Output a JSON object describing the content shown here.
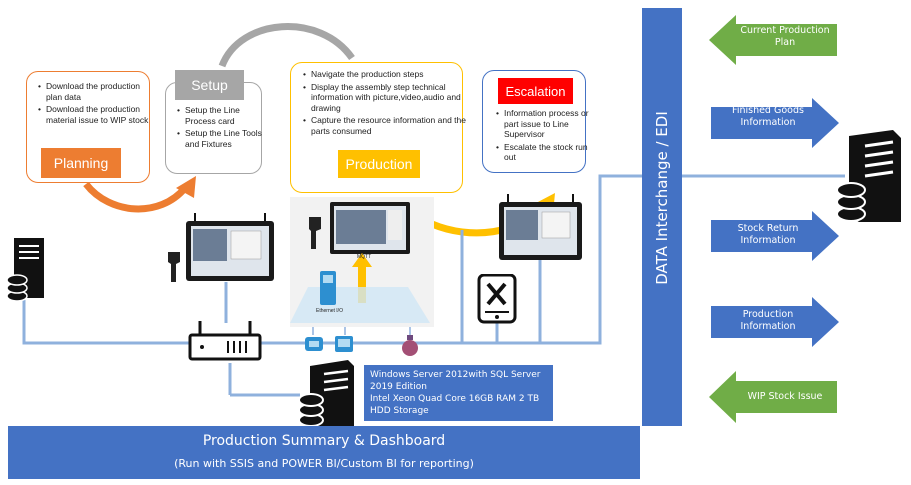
{
  "planning": {
    "bullets": [
      "Download the production plan data",
      "Download the production material issue to WIP stock"
    ],
    "label": "Planning"
  },
  "setup": {
    "label": "Setup",
    "bullets": [
      "Setup the Line Process card",
      "Setup the Line Tools and Fixtures"
    ]
  },
  "production": {
    "bullets": [
      "Navigate the production steps",
      "Display the assembly step technical information with picture,video,audio and drawing",
      "Capture the resource information and the parts consumed"
    ],
    "label": "Production"
  },
  "escalation": {
    "label": "Escalation",
    "bullets": [
      "Information process or part issue to Line Supervisor",
      "Escalate the stock run out"
    ]
  },
  "edi_bar": {
    "label": "DATA Interchange / EDI"
  },
  "arrows": {
    "current_plan": "Current Production Plan",
    "finished_goods": "Finished Goods Information",
    "stock_return": "Stock Return Information",
    "production_info": "Production Information",
    "wip_stock": "WIP Stock Issue"
  },
  "iot": {
    "mqtt": "MQTT",
    "ethernet": "Ethernet I/O"
  },
  "server_spec": {
    "lines": [
      "Windows Server 2012with SQL Server 2019 Edition",
      "Intel Xeon Quad Core 16GB RAM 2 TB HDD Storage"
    ]
  },
  "dashboard": {
    "title": "Production Summary & Dashboard",
    "subtitle": "(Run with SSIS and POWER BI/Custom BI for reporting)"
  },
  "colors": {
    "blue": "#4472c4",
    "orange": "#ed7d31",
    "gray": "#a6a6a6",
    "yellow": "#ffc000",
    "red": "#ff0000",
    "green": "#70ad47",
    "line": "#8fb1dd"
  }
}
